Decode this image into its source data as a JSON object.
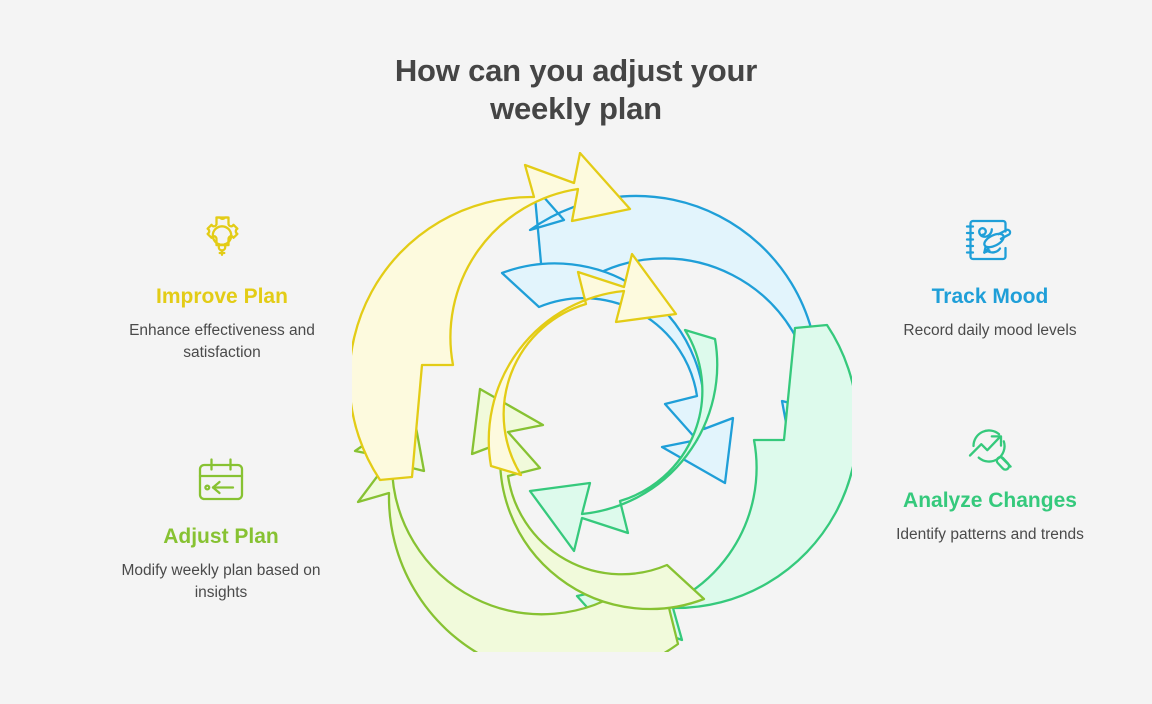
{
  "background_color": "#f4f4f4",
  "header": {
    "title_line1": "How can you adjust your",
    "title_line2": "weekly plan",
    "title_color": "#454545"
  },
  "quadrants": [
    {
      "id": "improve",
      "icon": "gear-lightbulb-icon",
      "title": "Improve Plan",
      "description": "Enhance effectiveness and satisfaction",
      "color": "#e3cc16",
      "fill": "#fdfade",
      "position": "top-left"
    },
    {
      "id": "track",
      "icon": "notebook-pen-icon",
      "title": "Track Mood",
      "description": "Record daily mood levels",
      "color": "#1f9fd8",
      "fill": "#e2f4fc",
      "position": "top-right"
    },
    {
      "id": "analyze",
      "icon": "magnifier-trend-icon",
      "title": "Analyze Changes",
      "description": "Identify patterns and trends",
      "color": "#35c97c",
      "fill": "#ddfaec",
      "position": "bottom-right"
    },
    {
      "id": "adjust",
      "icon": "calendar-arrow-icon",
      "title": "Adjust Plan",
      "description": "Modify weekly plan based on insights",
      "color": "#87c232",
      "fill": "#f1fadb",
      "position": "bottom-left"
    }
  ],
  "diagram": {
    "name": "four-stage-cycle",
    "segments": [
      {
        "label": "Track Mood",
        "color": "#1f9fd8",
        "fill": "#e2f4fc"
      },
      {
        "label": "Analyze Changes",
        "color": "#35c97c",
        "fill": "#ddfaec"
      },
      {
        "label": "Adjust Plan",
        "color": "#87c232",
        "fill": "#f1fadb"
      },
      {
        "label": "Improve Plan",
        "color": "#e3cc16",
        "fill": "#fdfade"
      }
    ]
  }
}
